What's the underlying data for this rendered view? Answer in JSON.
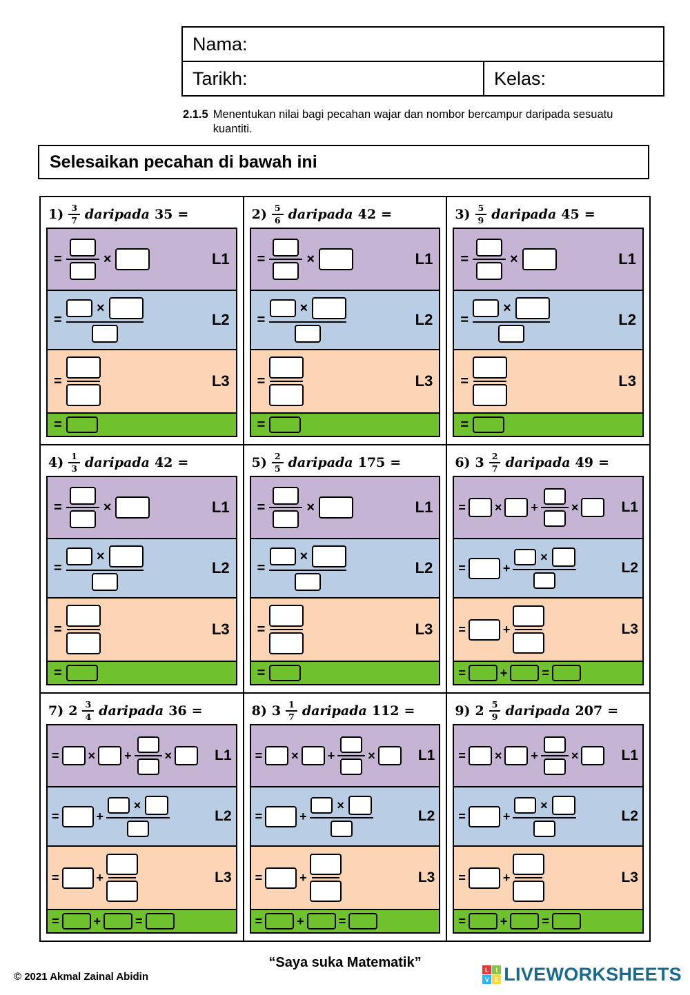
{
  "form": {
    "nama": "Nama:",
    "tarikh": "Tarikh:",
    "kelas": "Kelas:"
  },
  "objective": {
    "code": "2.1.5",
    "text": "Menentukan nilai bagi pecahan wajar dan nombor bercampur daripada sesuatu kuantiti."
  },
  "title": "Selesaikan pecahan di bawah ini",
  "labels": {
    "daripada": "daripada"
  },
  "symbols": {
    "eq": "=",
    "times": "×",
    "plus": "+"
  },
  "layers": [
    "L1",
    "L2",
    "L3"
  ],
  "problems": [
    {
      "id": "1)",
      "type": "simple",
      "num": "3",
      "den": "7",
      "qty": "35"
    },
    {
      "id": "2)",
      "type": "simple",
      "num": "5",
      "den": "6",
      "qty": "42"
    },
    {
      "id": "3)",
      "type": "simple",
      "num": "5",
      "den": "9",
      "qty": "45"
    },
    {
      "id": "4)",
      "type": "simple",
      "num": "1",
      "den": "3",
      "qty": "42"
    },
    {
      "id": "5)",
      "type": "simple",
      "num": "2",
      "den": "5",
      "qty": "175"
    },
    {
      "id": "6)",
      "type": "mixed",
      "whole": "3",
      "num": "2",
      "den": "7",
      "qty": "49"
    },
    {
      "id": "7)",
      "type": "mixed",
      "whole": "2",
      "num": "3",
      "den": "4",
      "qty": "36"
    },
    {
      "id": "8)",
      "type": "mixed",
      "whole": "3",
      "num": "1",
      "den": "7",
      "qty": "112"
    },
    {
      "id": "9)",
      "type": "mixed",
      "whole": "2",
      "num": "5",
      "den": "9",
      "qty": "207"
    }
  ],
  "footer": {
    "copyright": "© 2021 Akmal Zainal Abidin",
    "quote": "“Saya suka Matematik”",
    "brand": "LIVEWORKSHEETS",
    "logo_letters": [
      "L",
      "I",
      "V",
      "E"
    ]
  },
  "colors": {
    "l1": "#c6b4d5",
    "l2": "#b9cde4",
    "l3": "#fbd5b5",
    "answer_green": "#6fc22e",
    "brand": "#1a6a8d"
  }
}
